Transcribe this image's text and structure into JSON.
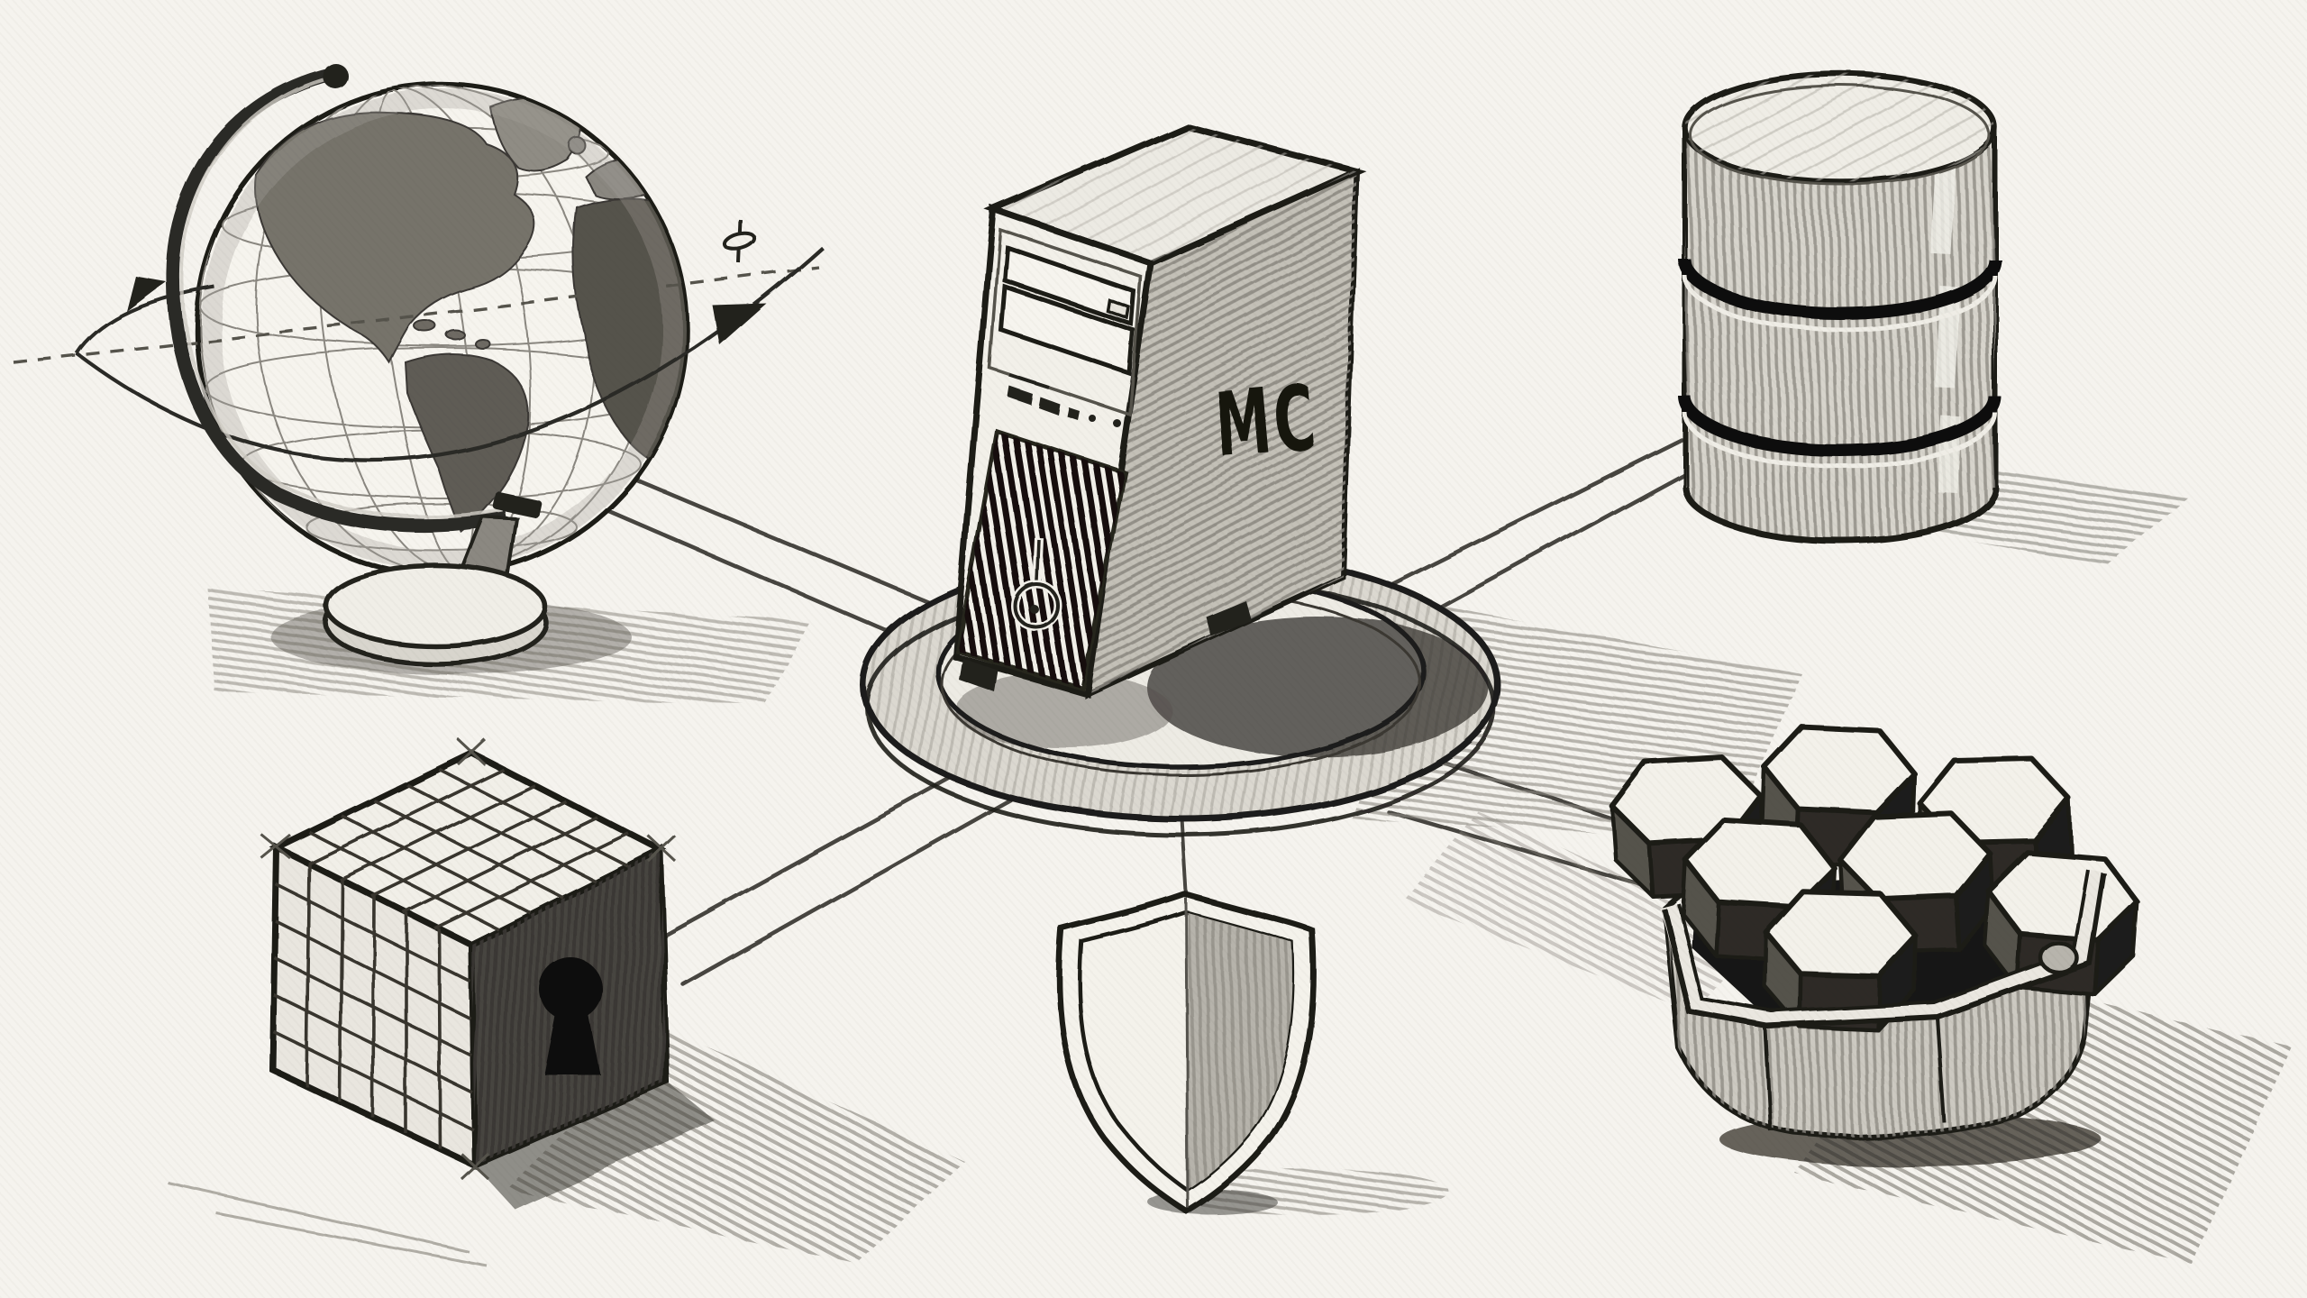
{
  "scene": {
    "style": "hand-drawn pencil sketch illustration",
    "palette": {
      "paper": "#f5f3ee",
      "ink": "#1d1c19",
      "graphite_light": "#b8b5ad",
      "graphite_mid": "#8f8c84",
      "graphite_dark": "#44423d"
    }
  },
  "center_node": {
    "icon": "server-tower-icon",
    "label": "MC",
    "platform": "circular pedestal ring",
    "front_panel": {
      "drive_bays": 2,
      "vent_slats": 12,
      "power_glyph": true
    }
  },
  "peripheral_nodes": [
    {
      "id": "globe",
      "icon": "globe-icon",
      "position": "top-left",
      "details": "desk globe with meridian arm, pedestal base, orbit ring with arrows and small satellite"
    },
    {
      "id": "database",
      "icon": "database-icon",
      "position": "top-right",
      "details": "stack of three cylinder discs"
    },
    {
      "id": "secure-cube",
      "icon": "lock-cube-icon",
      "position": "bottom-left",
      "details": "gridded cube with dark face and keyhole"
    },
    {
      "id": "shield",
      "icon": "shield-icon",
      "position": "bottom-center",
      "details": "double-outline shield, right half pencil shaded"
    },
    {
      "id": "module-bin",
      "icon": "hex-modules-icon",
      "position": "bottom-right",
      "details": "octagonal bin holding seven hexagonal module prisms"
    }
  ],
  "edges": [
    {
      "from": "center",
      "to": "globe",
      "style": "double-line"
    },
    {
      "from": "center",
      "to": "database",
      "style": "double-line"
    },
    {
      "from": "center",
      "to": "secure-cube",
      "style": "double-line"
    },
    {
      "from": "center",
      "to": "shield",
      "style": "single-line"
    },
    {
      "from": "center",
      "to": "module-bin",
      "style": "double-line"
    }
  ]
}
